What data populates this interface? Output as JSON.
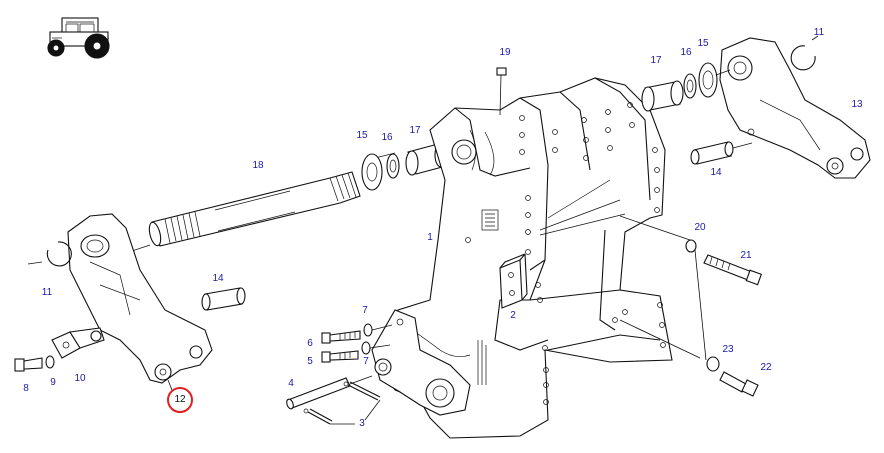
{
  "diagram": {
    "colors": {
      "callout_text": "#1a1aa6",
      "highlight_ring": "#e02020",
      "line": "#111111"
    },
    "icon": "tractor-icon",
    "callouts": [
      {
        "key": "c1",
        "text": "1"
      },
      {
        "key": "c2",
        "text": "2"
      },
      {
        "key": "c3",
        "text": "3"
      },
      {
        "key": "c4",
        "text": "4"
      },
      {
        "key": "c5",
        "text": "5"
      },
      {
        "key": "c6",
        "text": "6"
      },
      {
        "key": "c7a",
        "text": "7"
      },
      {
        "key": "c7b",
        "text": "7"
      },
      {
        "key": "c8",
        "text": "8"
      },
      {
        "key": "c9",
        "text": "9"
      },
      {
        "key": "c10",
        "text": "10"
      },
      {
        "key": "c11a",
        "text": "11"
      },
      {
        "key": "c11b",
        "text": "11"
      },
      {
        "key": "c12",
        "text": "12",
        "highlighted": true
      },
      {
        "key": "c13",
        "text": "13"
      },
      {
        "key": "c14a",
        "text": "14"
      },
      {
        "key": "c14b",
        "text": "14"
      },
      {
        "key": "c15a",
        "text": "15"
      },
      {
        "key": "c15b",
        "text": "15"
      },
      {
        "key": "c16a",
        "text": "16"
      },
      {
        "key": "c16b",
        "text": "16"
      },
      {
        "key": "c17a",
        "text": "17"
      },
      {
        "key": "c17b",
        "text": "17"
      },
      {
        "key": "c18",
        "text": "18"
      },
      {
        "key": "c19",
        "text": "19"
      },
      {
        "key": "c20",
        "text": "20"
      },
      {
        "key": "c21",
        "text": "21"
      },
      {
        "key": "c22",
        "text": "22"
      },
      {
        "key": "c23",
        "text": "23"
      }
    ]
  }
}
